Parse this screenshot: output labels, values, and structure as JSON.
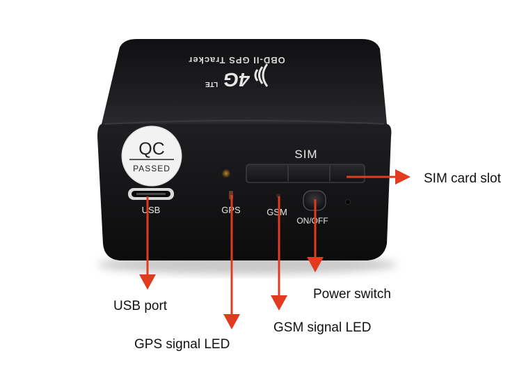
{
  "device": {
    "top_label": "OBD-II GPS Tracker",
    "badge": "4G",
    "badge_sub": "LTE",
    "qc_sticker": {
      "line1": "QC",
      "line2": "PASSED"
    },
    "panel_labels": {
      "sim": "SIM",
      "usb": "USB",
      "gps": "GPS",
      "gsm": "GSM",
      "power": "ON/OFF"
    }
  },
  "callouts": {
    "sim_card_slot": "SIM card slot",
    "usb_port": "USB port",
    "power_switch": "Power switch",
    "gsm_signal_led": "GSM signal LED",
    "gps_signal_led": "GPS signal LED"
  },
  "colors": {
    "arrow": "#e23a1e",
    "device_body": "#1c1c1e",
    "panel_text": "#e8e8e8"
  }
}
